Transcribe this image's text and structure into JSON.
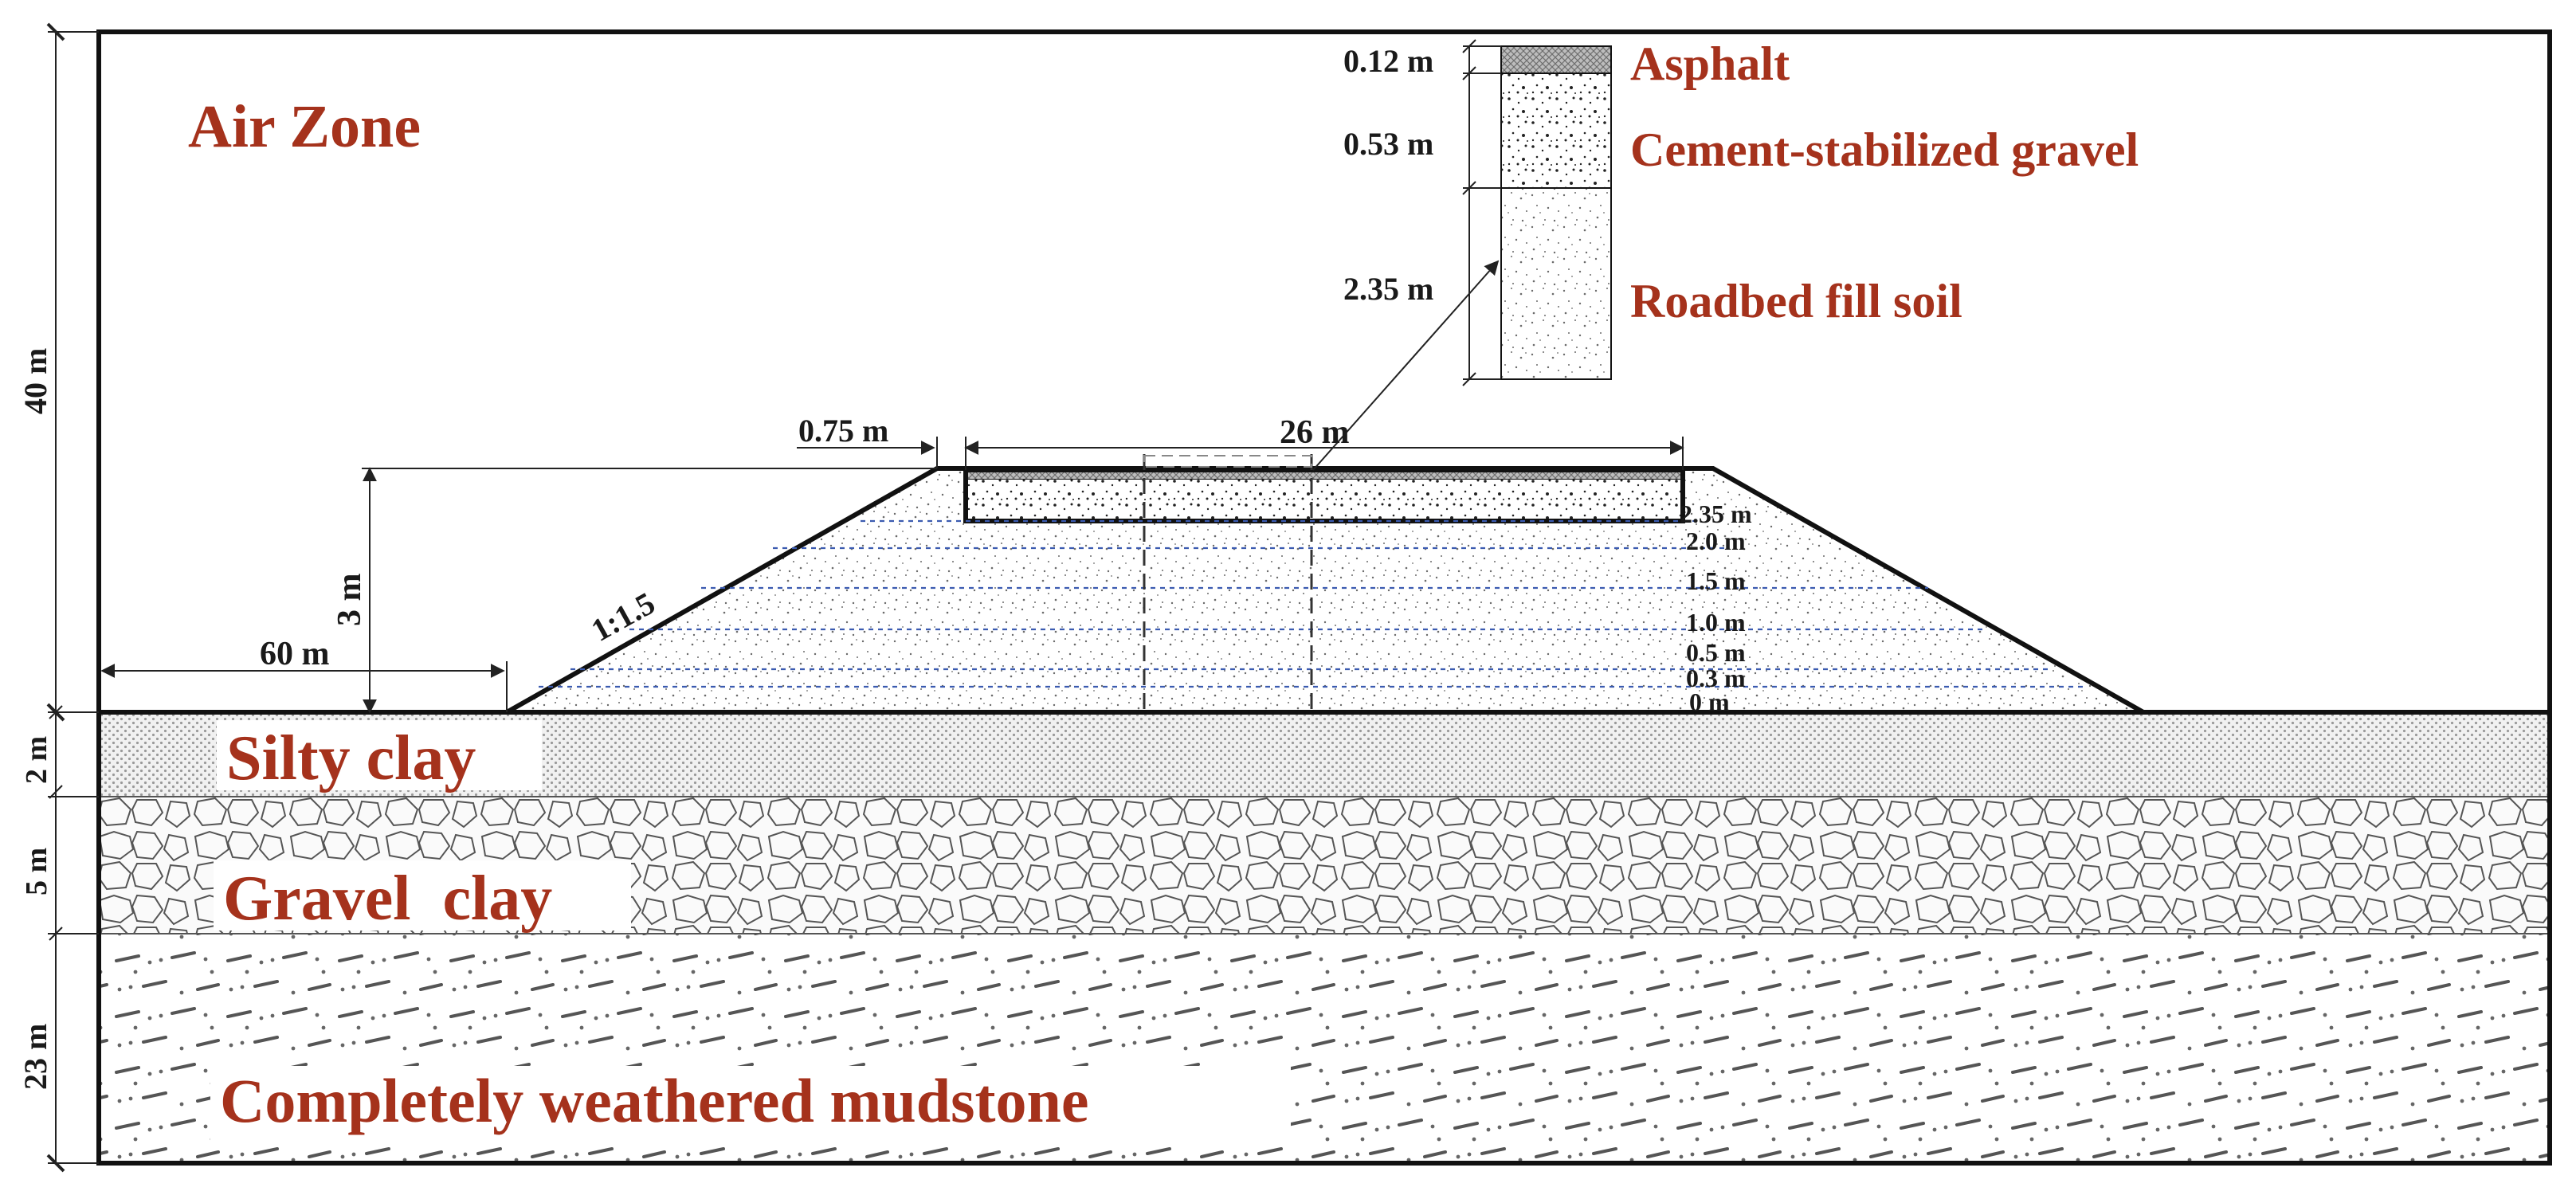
{
  "zones": {
    "air": "Air Zone",
    "silty_clay": "Silty clay",
    "gravel_clay": "Gravel  clay",
    "mudstone": "Completely weathered mudstone"
  },
  "pavement": {
    "asphalt_label": "Asphalt",
    "asphalt_thickness": "0.12 m",
    "gravel_label": "Cement-stabilized gravel",
    "gravel_thickness": "0.53 m",
    "fill_label": "Roadbed fill soil",
    "fill_thickness": "2.35 m"
  },
  "dimensions": {
    "total_height": "40 m",
    "silty_clay_thickness": "2 m",
    "gravel_clay_thickness": "5 m",
    "mudstone_thickness": "23 m",
    "embankment_height": "3 m",
    "left_distance": "60 m",
    "shoulder": "0.75 m",
    "road_width": "26 m",
    "slope": "1:1.5"
  },
  "depth_levels": [
    "2.35 m",
    "2.0 m",
    "1.5 m",
    "1.0 m",
    "0.5 m",
    "0.3 m",
    "0 m"
  ],
  "colors": {
    "label_red": "#a5321c",
    "level_line_blue": "#3b5bb0"
  }
}
